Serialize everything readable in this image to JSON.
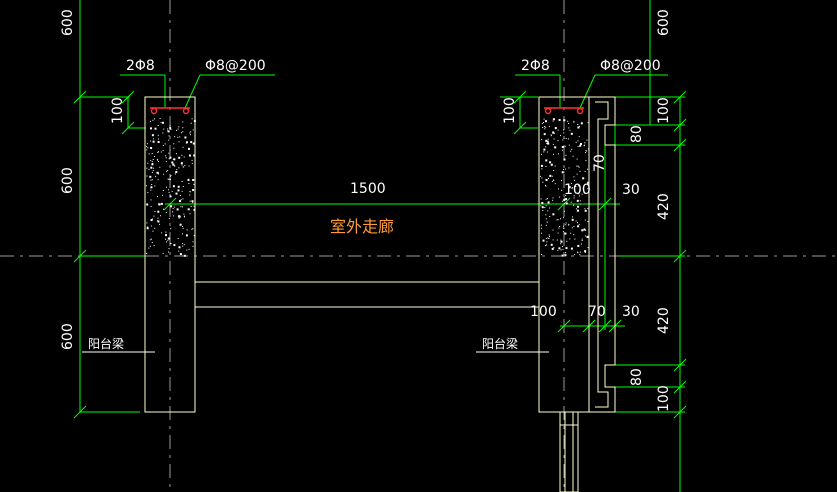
{
  "drawing": {
    "top_left_dim": "600",
    "top_right_dim": "600",
    "left_top_rebar": "2Φ8",
    "left_top_stirrup": "Φ8@200",
    "right_top_rebar": "2Φ8",
    "right_top_stirrup": "Φ8@200",
    "left_dim_100": "100",
    "left_dim_600_mid": "600",
    "left_dim_600_low": "600",
    "inner_right_dim_100": "100",
    "span_dim": "1500",
    "room_label": "室外走廊",
    "right_dim_100_upper": "100",
    "right_dim_70_upper": "70",
    "right_dim_30_upper": "30",
    "right_dim_420_upper": "420",
    "right_dim_100_lower": "100",
    "right_dim_70_lower": "70",
    "right_dim_30_lower": "30",
    "right_dim_420_lower": "420",
    "far_right_dim_100_top": "100",
    "far_right_dim_80_top": "80",
    "far_right_dim_80_bottom": "80",
    "far_right_dim_100_bottom": "100",
    "left_balcony_label": "阳台梁",
    "right_balcony_label": "阳台梁",
    "colors": {
      "dim_line": "#00ff00",
      "outline": "#ffffcc",
      "rebar": "#ff3333",
      "center_line": "#aaaaaa",
      "room_text": "#ff9a3a"
    }
  }
}
